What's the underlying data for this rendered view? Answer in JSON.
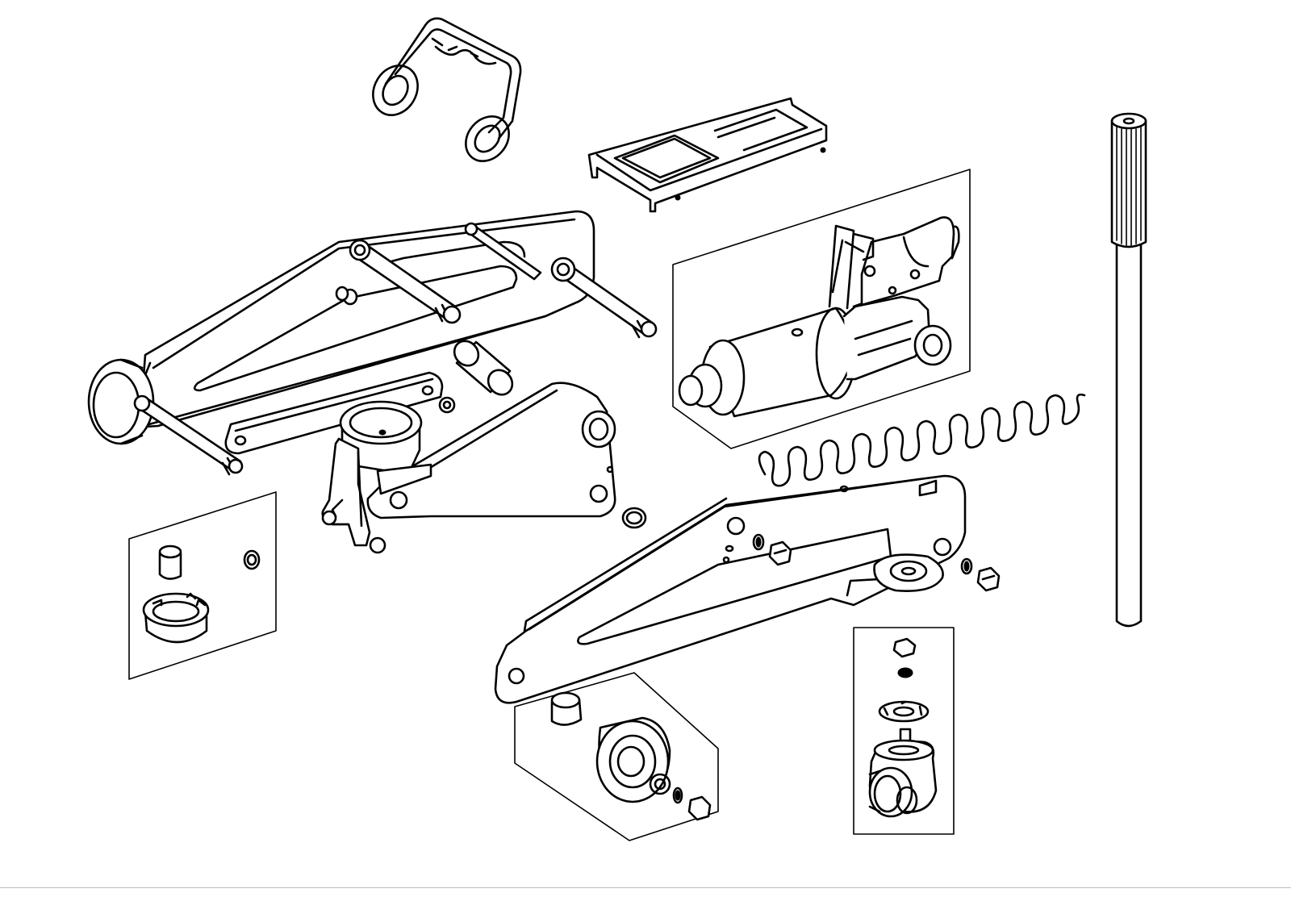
{
  "diagram": {
    "style": "black-line exploded view",
    "colors": {
      "line": "#000000",
      "background": "#ffffff",
      "rule": "#bdbdbd"
    },
    "parts": [
      "handle-yoke",
      "saddle-bracket",
      "hydraulic-pump-unit",
      "handle-bar",
      "return-spring",
      "lift-arm",
      "axle-pin",
      "connecting-link",
      "saddle-lift-link",
      "small-parts-inset",
      "side-frame",
      "rear-wheel-inset",
      "caster-inset"
    ]
  }
}
